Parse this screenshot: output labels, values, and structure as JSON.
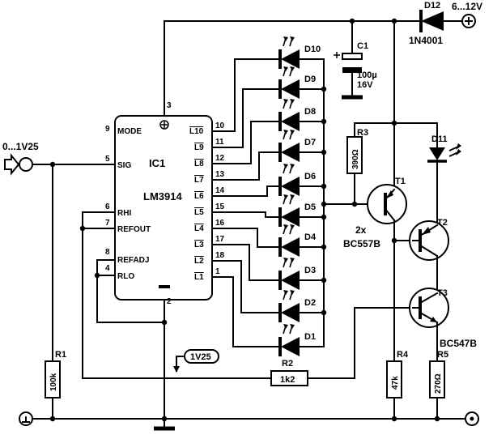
{
  "ic": {
    "name": "IC1",
    "part": "LM3914",
    "pin_left": [
      {
        "num": "9",
        "label": "MODE"
      },
      {
        "num": "5",
        "label": "SIG"
      },
      {
        "num": "6",
        "label": "RHI"
      },
      {
        "num": "7",
        "label": "REFOUT"
      },
      {
        "num": "8",
        "label": "REFADJ"
      },
      {
        "num": "4",
        "label": "RLO"
      }
    ],
    "pin_right": [
      {
        "num": "10",
        "label": "L10"
      },
      {
        "num": "11",
        "label": "L9"
      },
      {
        "num": "12",
        "label": "L8"
      },
      {
        "num": "13",
        "label": "L7"
      },
      {
        "num": "14",
        "label": "L6"
      },
      {
        "num": "15",
        "label": "L5"
      },
      {
        "num": "16",
        "label": "L4"
      },
      {
        "num": "17",
        "label": "L3"
      },
      {
        "num": "18",
        "label": "L2"
      },
      {
        "num": "1",
        "label": "L1"
      }
    ],
    "pin_top": "3",
    "pin_bottom": "2"
  },
  "leds": [
    "D10",
    "D9",
    "D8",
    "D7",
    "D6",
    "D5",
    "D4",
    "D3",
    "D2",
    "D1"
  ],
  "components": {
    "d12": "D12",
    "d12_part": "1N4001",
    "supply": "6...12V",
    "c1": "C1",
    "c1_value": "100µ",
    "c1_voltage": "16V",
    "r3": "R3",
    "r3_value": "390Ω",
    "d11": "D11",
    "t1": "T1",
    "t2": "T2",
    "t3": "T3",
    "pnp_note": "2x",
    "pnp_part": "BC557B",
    "npn_part": "BC547B",
    "r1": "R1",
    "r1_value": "100k",
    "r2": "R2",
    "r2_value": "1k2",
    "r4": "R4",
    "r4_value": "47k",
    "r5": "R5",
    "r5_value": "270Ω",
    "input_range": "0...1V25",
    "ref_label": "1V25"
  }
}
